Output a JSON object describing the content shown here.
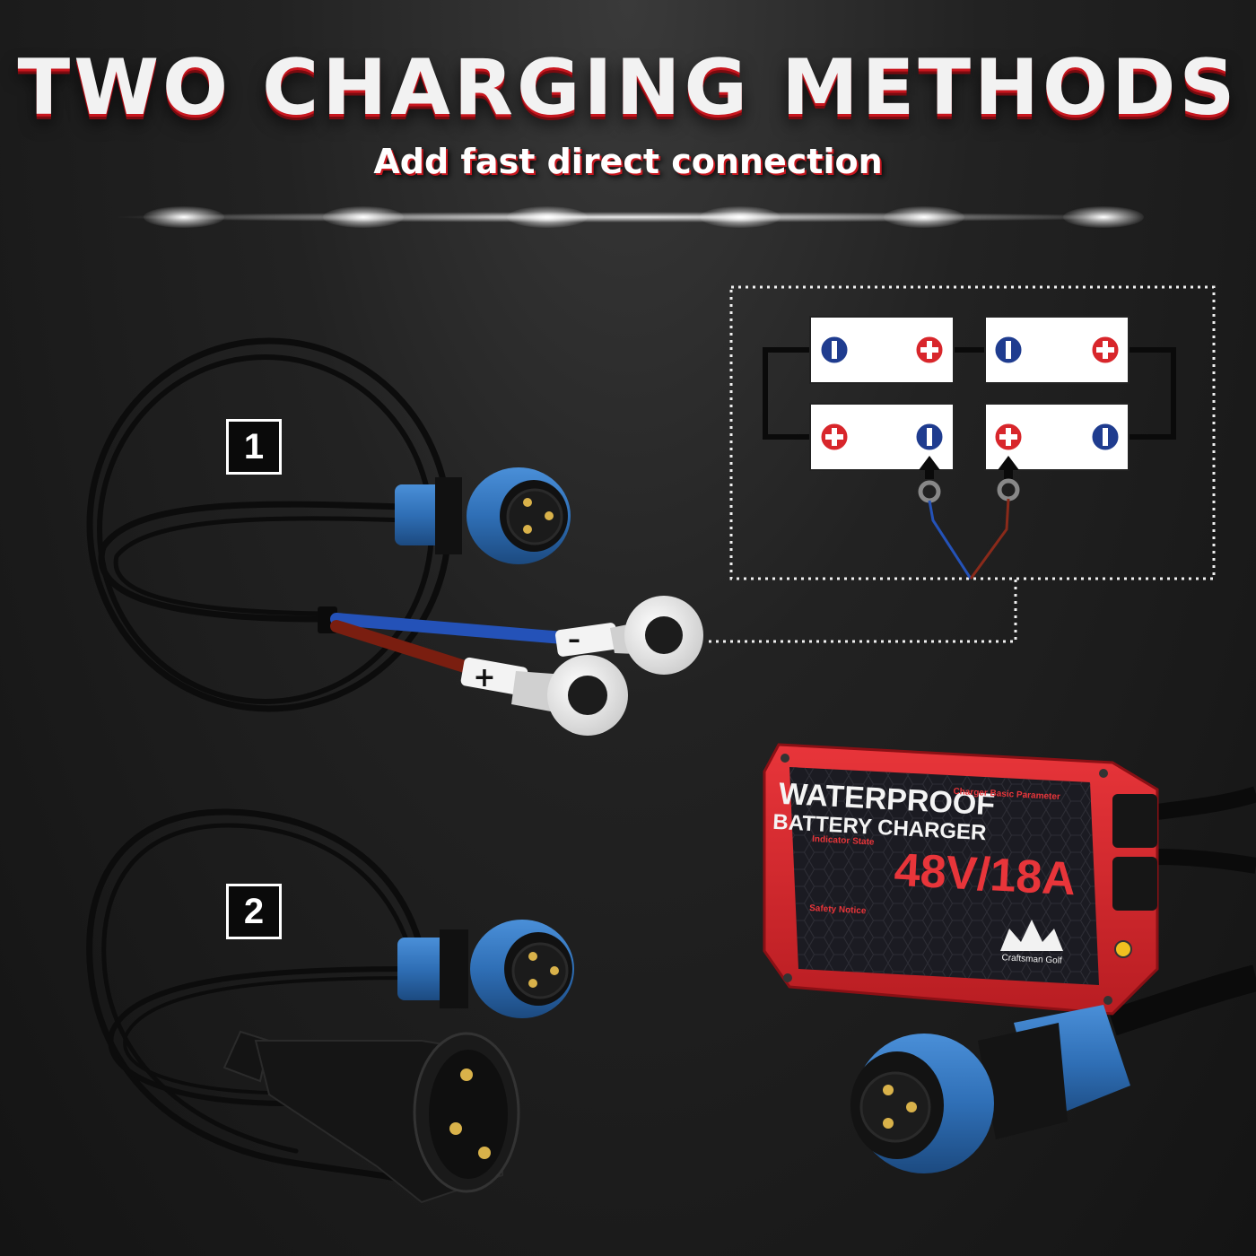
{
  "header": {
    "title": "TWO CHARGING METHODS",
    "subtitle": "Add fast direct connection"
  },
  "methods": [
    {
      "badge": "1"
    },
    {
      "badge": "2"
    }
  ],
  "ring_terminals": {
    "negative_label": "–",
    "positive_label": "+"
  },
  "charger": {
    "line1": "WATERPROOF",
    "line2": "BATTERY CHARGER",
    "rating": "48V/18A",
    "params_heading": "Charger Basic Parameter",
    "indicator_heading": "Indicator State",
    "safety_heading": "Safety Notice",
    "brand": "Craftsman Golf"
  },
  "colors": {
    "accent_red": "#d8262b",
    "connector_blue": "#2f6fb6",
    "terminal_negative": "#1f3c8f",
    "terminal_positive": "#d8262b"
  }
}
